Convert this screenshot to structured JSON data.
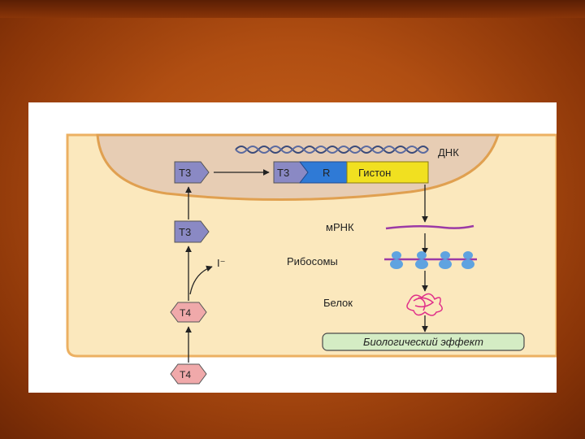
{
  "diagram": {
    "dna_label": "ДНК",
    "t3_inside": "T3",
    "receptor": "R",
    "histone": "Гистон",
    "t3_membrane": "T3",
    "t3_cytoplasm": "T3",
    "iodide": "I⁻",
    "t4_cytoplasm": "T4",
    "t4_outside": "T4",
    "mrna_label": "мРНК",
    "ribosomes_label": "Рибосомы",
    "protein_label": "Белок",
    "effect_label": "Биологический эффект"
  },
  "colors": {
    "cell": "#fbe8bd",
    "nucleus": "#e7cdb4",
    "membrane": "#ecb062",
    "t3_fill": "#8a89c4",
    "receptor_fill": "#2f7ad6",
    "histone_fill": "#f1e020",
    "t4_fill": "#f0a9aa",
    "mrna": "#9b3aa6",
    "ribosome": "#5fa3e0",
    "protein": "#e0308a",
    "effect_box": "#d4ecc4"
  }
}
